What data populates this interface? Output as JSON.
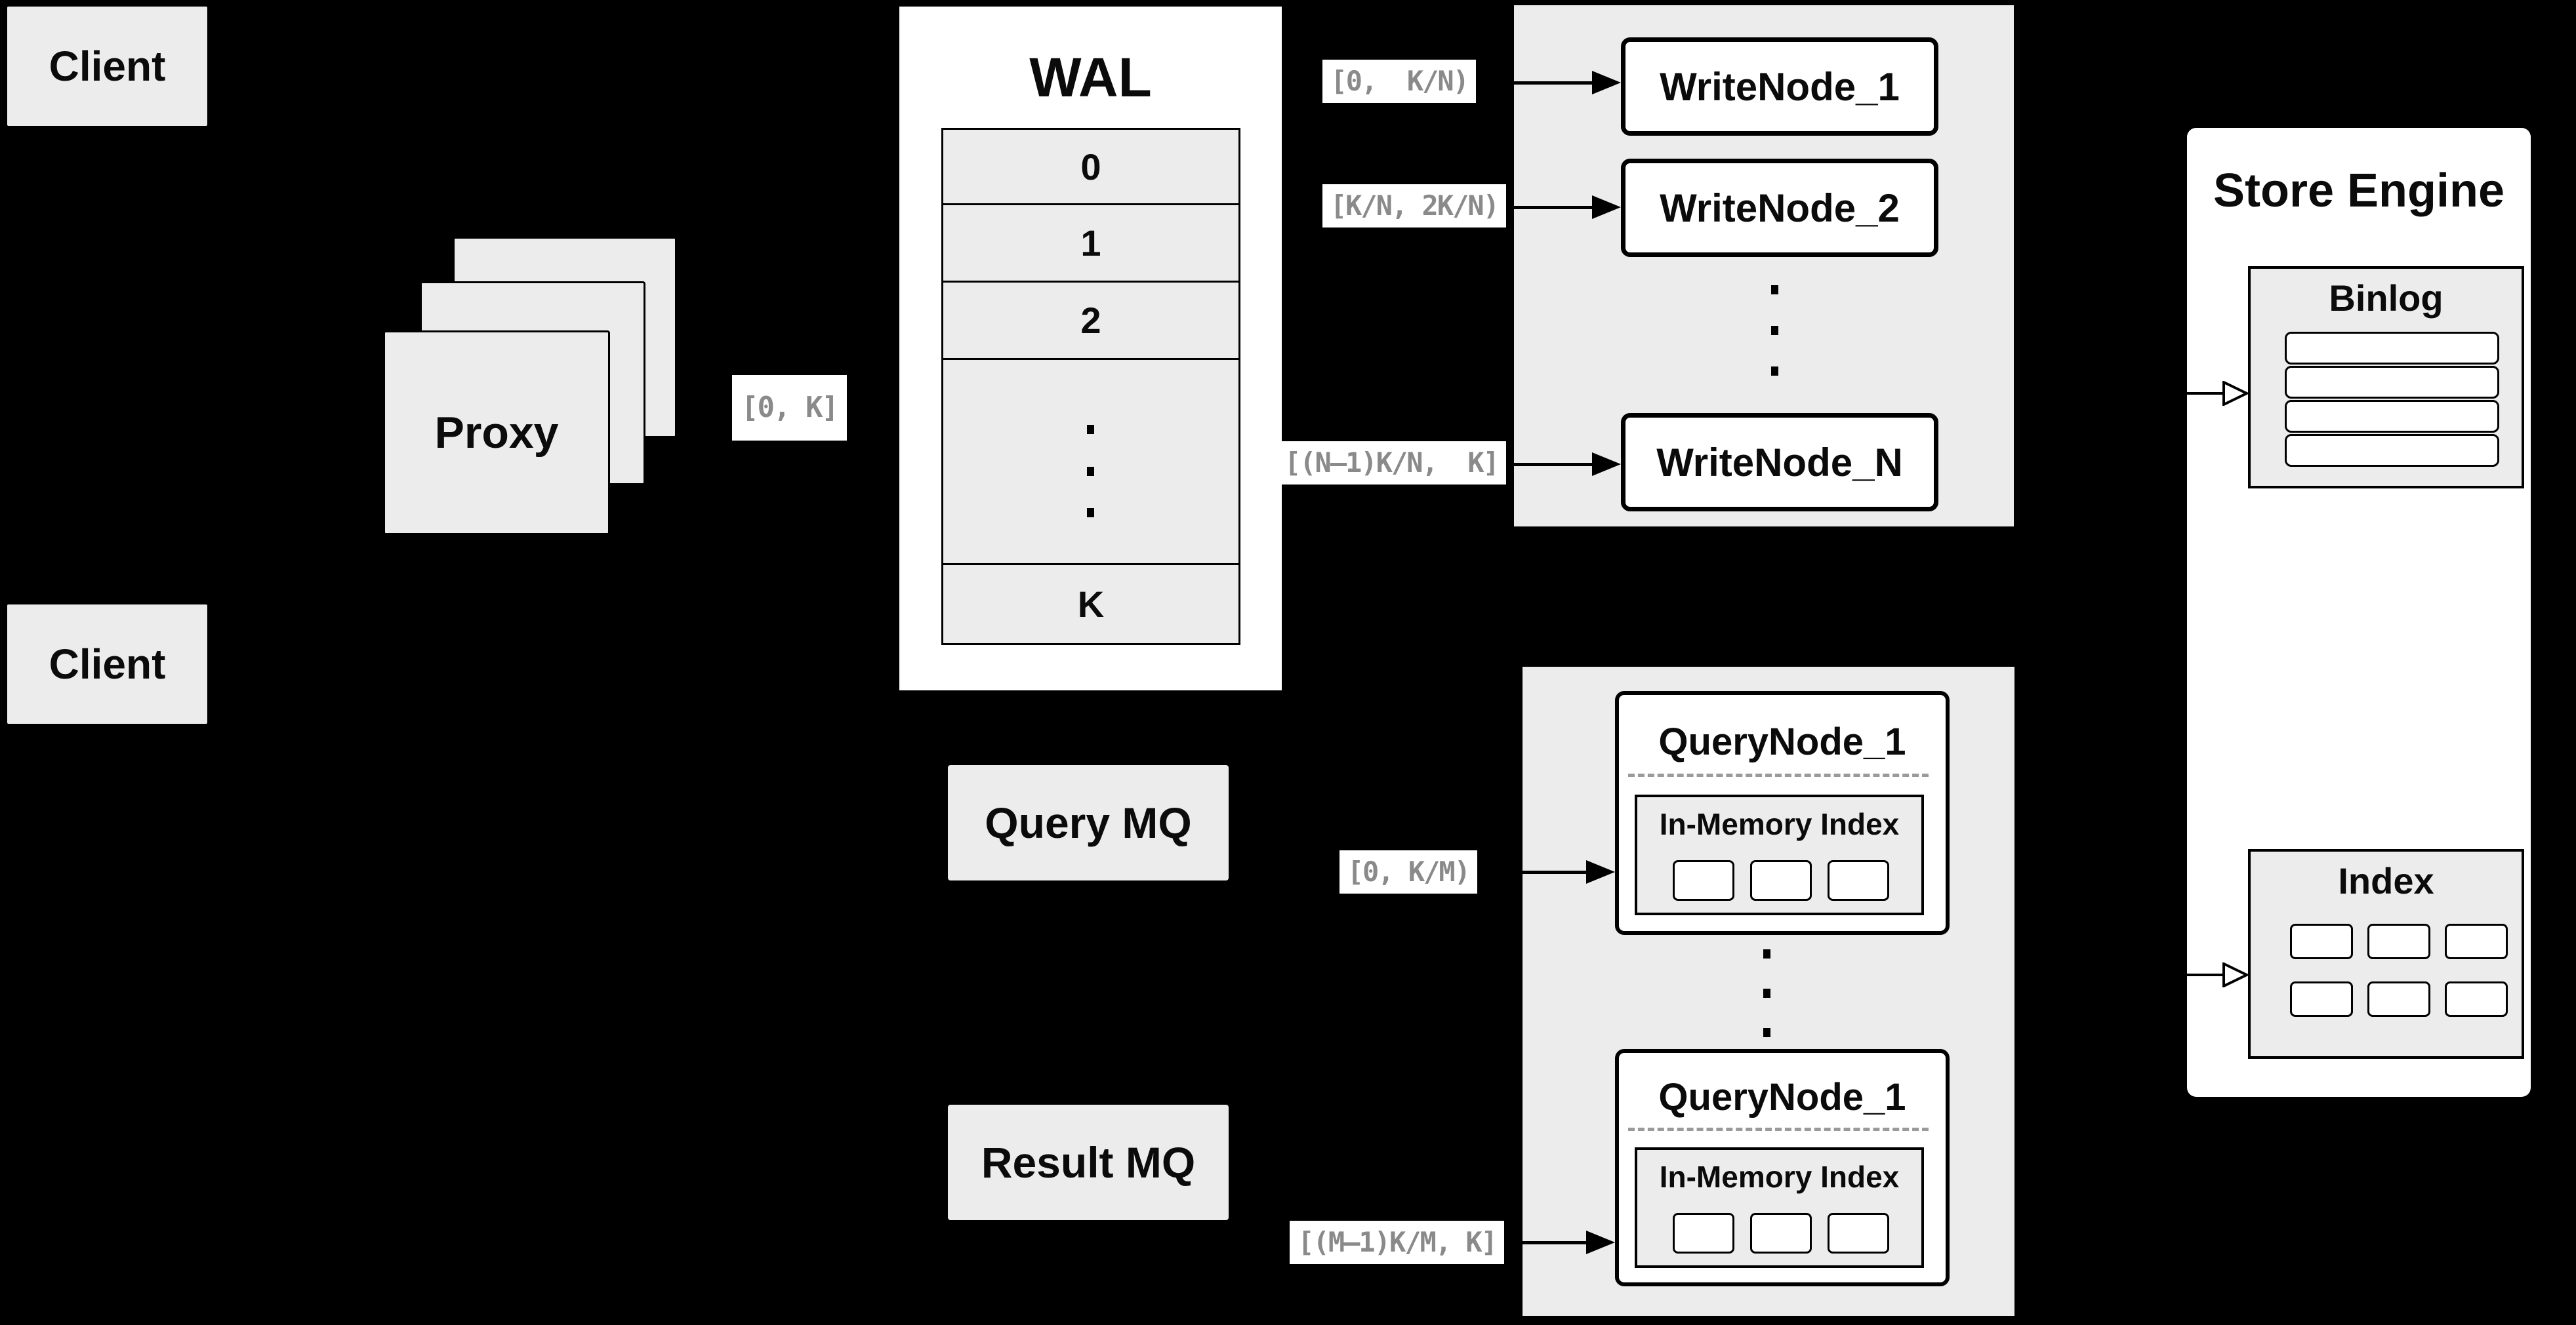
{
  "diagram": {
    "clients": {
      "top": "Client",
      "bottom": "Client"
    },
    "proxy": {
      "label": "Proxy",
      "range_label": "[0, K]"
    },
    "wal": {
      "title": "WAL",
      "rows": [
        "0",
        "1",
        "2",
        "K"
      ]
    },
    "write_section": {
      "nodes": [
        "WriteNode_1",
        "WriteNode_2",
        "WriteNode_N"
      ],
      "range_labels": [
        "[0,  K/N)",
        "[K/N, 2K/N)",
        "[(N–1)K/N,  K]"
      ]
    },
    "mq": {
      "query": "Query MQ",
      "result": "Result MQ"
    },
    "query_section": {
      "nodes": [
        {
          "title": "QueryNode_1",
          "inner_title": "In-Memory Index"
        },
        {
          "title": "QueryNode_1",
          "inner_title": "In-Memory Index"
        }
      ],
      "range_labels": [
        "[0, K/M)",
        "[(M–1)K/M, K]"
      ]
    },
    "store_engine": {
      "title": "Store Engine",
      "binlog_title": "Binlog",
      "index_title": "Index"
    },
    "colors": {
      "background": "#000000",
      "box_fill_gray": "#ececec",
      "box_fill_white": "#ffffff",
      "border": "#000000",
      "range_label_text": "#8a8a8a"
    }
  }
}
